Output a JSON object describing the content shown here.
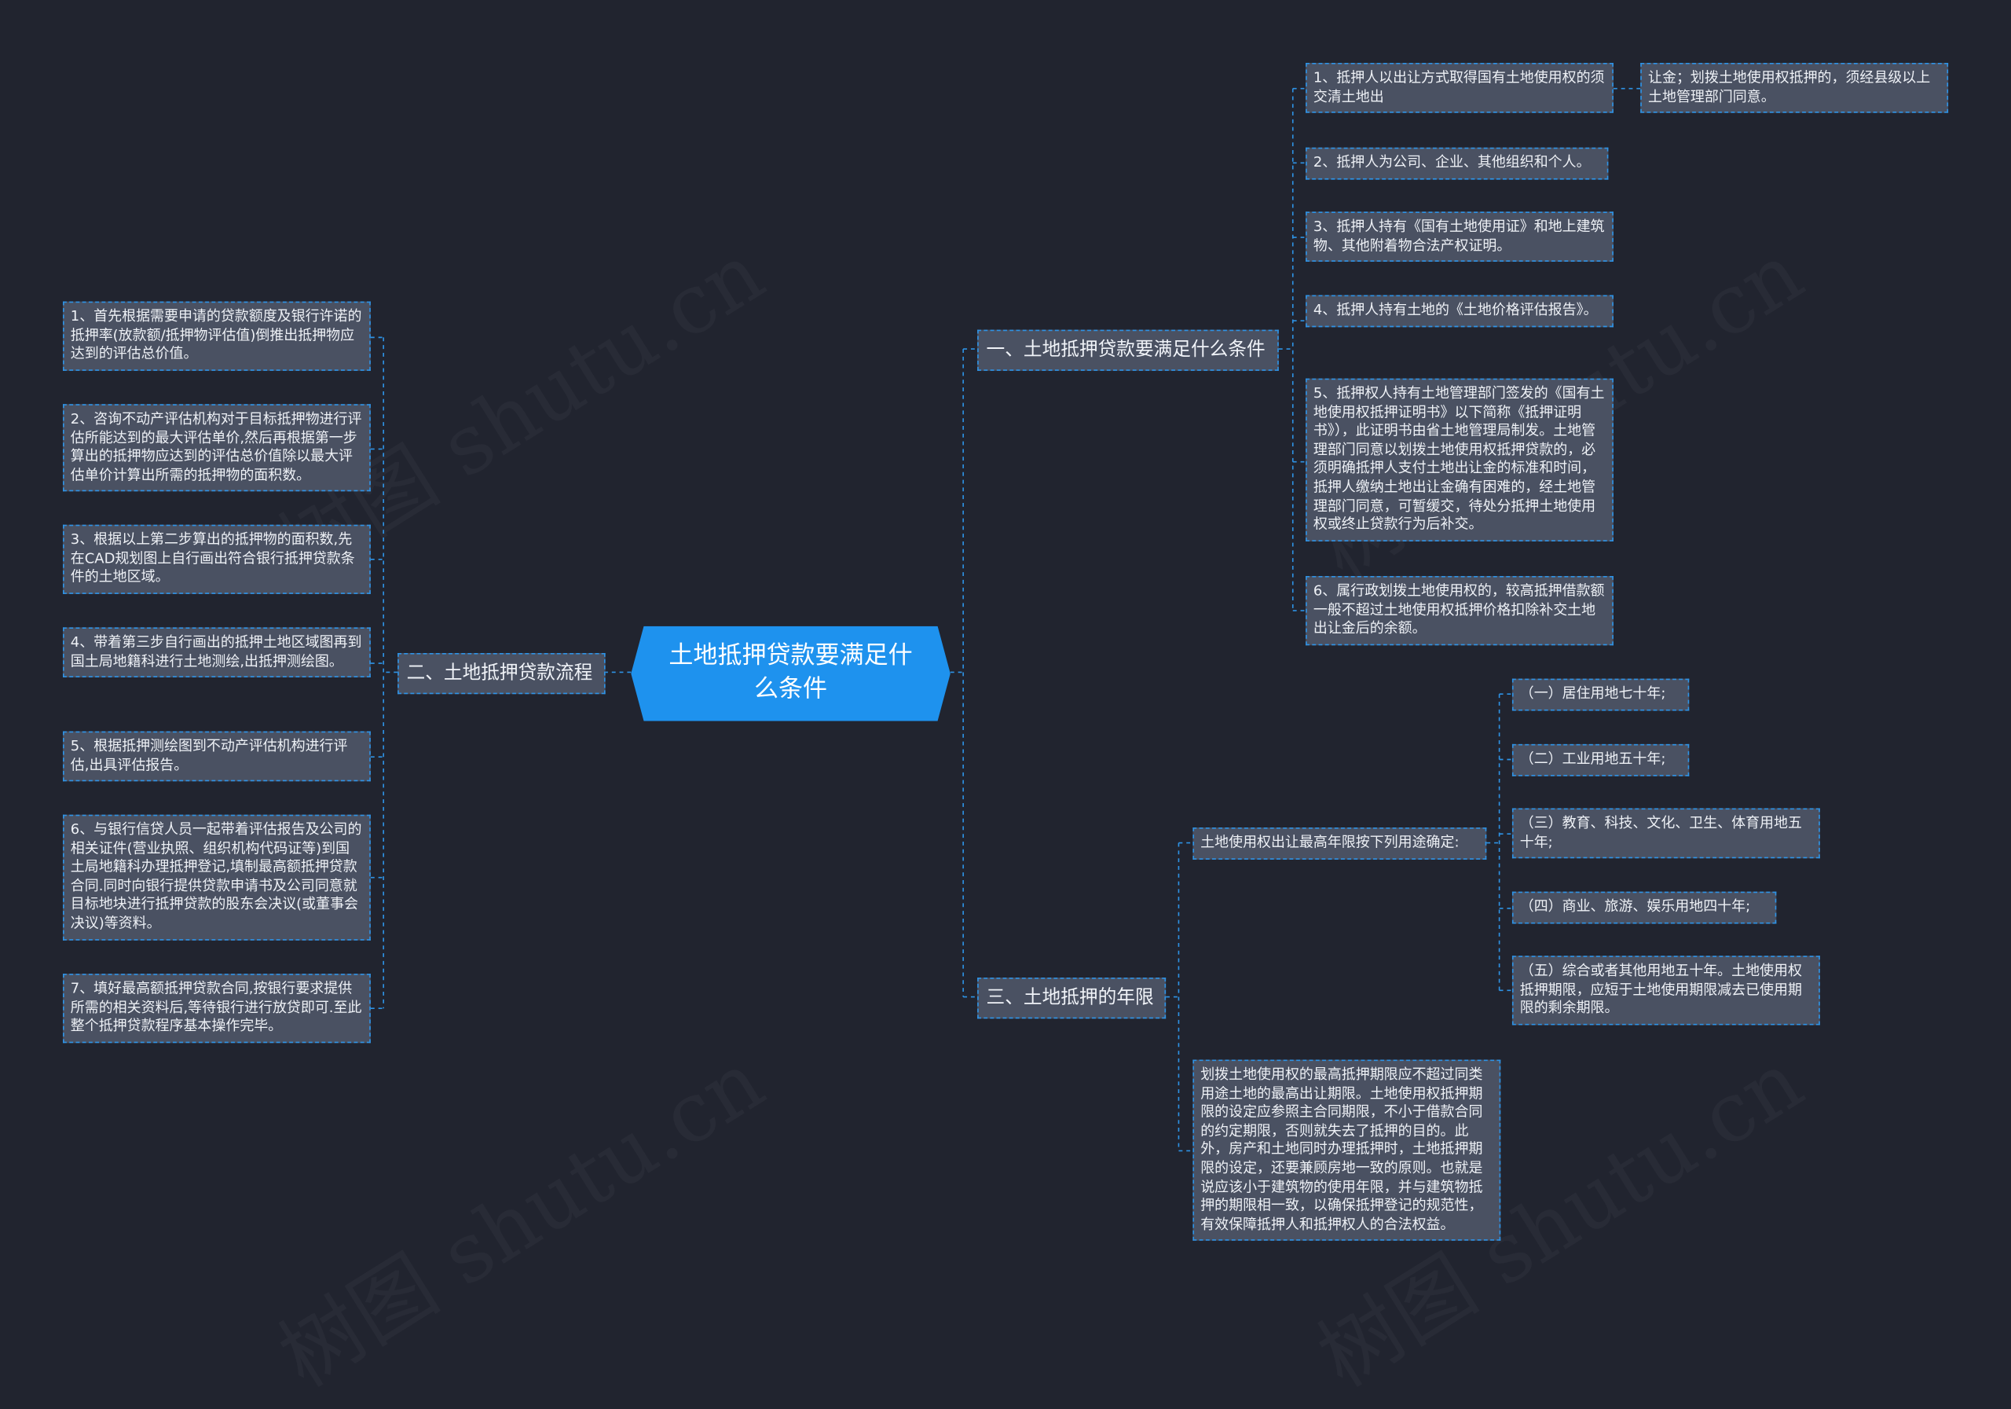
{
  "root": {
    "title": "土地抵押贷款要满足什么条件"
  },
  "branch1": {
    "title": "一、土地抵押贷款要满足什么条件",
    "items": [
      "1、抵押人以出让方式取得国有土地使用权的须交清土地出",
      "2、抵押人为公司、企业、其他组织和个人。",
      "3、抵押人持有《国有土地使用证》和地上建筑物、其他附着物合法产权证明。",
      "4、抵押人持有土地的《土地价格评估报告》。",
      "5、抵押权人持有土地管理部门签发的《国有土地使用权抵押证明书》以下简称《抵押证明书》），此证明书由省土地管理局制发。土地管理部门同意以划拨土地使用权抵押贷款的，必须明确抵押人支付土地出让金的标准和时间，抵押人缴纳土地出让金确有困难的，经土地管理部门同意，可暂缓交，待处分抵押土地使用权或终止贷款行为后补交。",
      "6、属行政划拨土地使用权的，较高抵押借款额一般不超过土地使用权抵押价格扣除补交土地出让金后的余额。"
    ],
    "item1_child": "让金；划拨土地使用权抵押的，须经县级以上土地管理部门同意。"
  },
  "branch2": {
    "title": "二、土地抵押贷款流程",
    "items": [
      "1、首先根据需要申请的贷款额度及银行许诺的抵押率(放款额/抵押物评估值)倒推出抵押物应达到的评估总价值。",
      "2、咨询不动产评估机构对于目标抵押物进行评估所能达到的最大评估单价,然后再根据第一步算出的抵押物应达到的评估总价值除以最大评估单价计算出所需的抵押物的面积数。",
      "3、根据以上第二步算出的抵押物的面积数,先在CAD规划图上自行画出符合银行抵押贷款条件的土地区域。",
      "4、带着第三步自行画出的抵押土地区域图再到国土局地籍科进行土地测绘,出抵押测绘图。",
      "5、根据抵押测绘图到不动产评估机构进行评估,出具评估报告。",
      "6、与银行信贷人员一起带着评估报告及公司的相关证件(营业执照、组织机构代码证等)到国土局地籍科办理抵押登记,填制最高额抵押贷款合同.同时向银行提供贷款申请书及公司同意就目标地块进行抵押贷款的股东会决议(或董事会决议)等资料。",
      "7、填好最高额抵押贷款合同,按银行要求提供所需的相关资料后,等待银行进行放贷即可.至此整个抵押贷款程序基本操作完毕。"
    ]
  },
  "branch3": {
    "title": "三、土地抵押的年限",
    "sub1": {
      "title": "土地使用权出让最高年限按下列用途确定:",
      "items": [
        "（一）居住用地七十年;",
        "（二）工业用地五十年;",
        "（三）教育、科技、文化、卫生、体育用地五十年;",
        "（四）商业、旅游、娱乐用地四十年;",
        "（五）综合或者其他用地五十年。土地使用权抵押期限，应短于土地使用期限减去已使用期限的剩余期限。"
      ]
    },
    "sub2": "划拨土地使用权的最高抵押期限应不超过同类用途土地的最高出让期限。土地使用权抵押期限的设定应参照主合同期限，不小于借款合同的约定期限，否则就失去了抵押的目的。此外，房产和土地同时办理抵押时，土地抵押期限的设定，还要兼顾房地一致的原则。也就是说应该小于建筑物的使用年限，并与建筑物抵押的期限相一致，以确保抵押登记的规范性，有效保障抵押人和抵押权人的合法权益。"
  },
  "watermark": "树图 shutu.cn",
  "colors": {
    "background": "#21242f",
    "root": "#1e92ee",
    "node": "#4a5162",
    "link": "#2e93e6"
  }
}
